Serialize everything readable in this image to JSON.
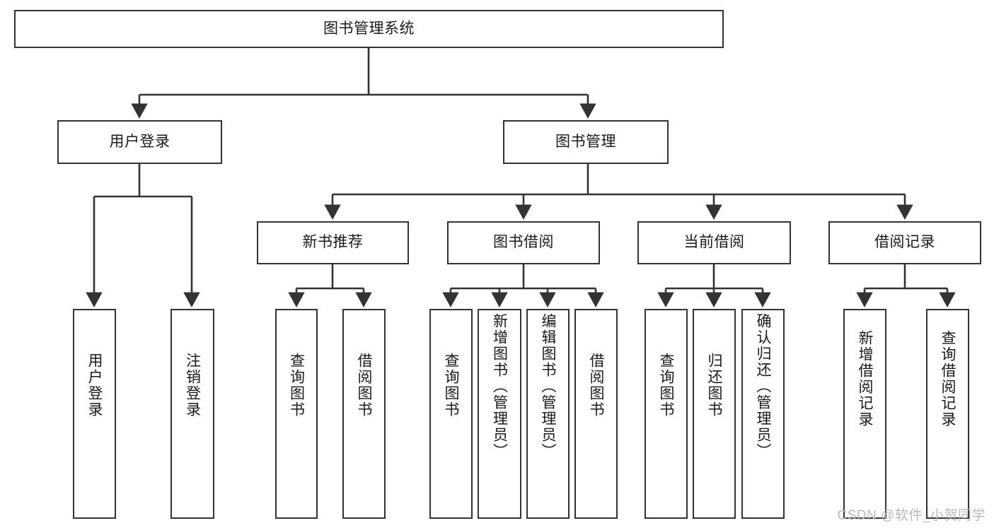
{
  "diagram": {
    "title": "图书管理系统",
    "type": "tree",
    "colors": {
      "node_border": "#333333",
      "node_fill": "#ffffff",
      "edge": "#333333",
      "text": "#1a1a1a",
      "watermark": "#b9b9b9"
    },
    "root": {
      "id": "root",
      "label": "图书管理系统"
    },
    "level2": [
      {
        "id": "user-login",
        "label": "用户登录"
      },
      {
        "id": "book-manage",
        "label": "图书管理"
      }
    ],
    "level3": [
      {
        "id": "new-book-recommend",
        "label": "新书推荐",
        "parent": "book-manage"
      },
      {
        "id": "book-borrow",
        "label": "图书借阅",
        "parent": "book-manage"
      },
      {
        "id": "current-borrow",
        "label": "当前借阅",
        "parent": "book-manage"
      },
      {
        "id": "borrow-record",
        "label": "借阅记录",
        "parent": "book-manage"
      }
    ],
    "leaves": {
      "user_login": [
        {
          "id": "leaf-user-login",
          "label": "用户登录"
        },
        {
          "id": "leaf-logout",
          "label": "注销登录"
        }
      ],
      "new_book_recommend": [
        {
          "id": "leaf-query-book-1",
          "label": "查询图书"
        },
        {
          "id": "leaf-borrow-book-1",
          "label": "借阅图书"
        }
      ],
      "book_borrow": [
        {
          "id": "leaf-query-book-2",
          "label": "查询图书"
        },
        {
          "id": "leaf-add-book",
          "label": "新增图书（管理员）"
        },
        {
          "id": "leaf-edit-book",
          "label": "编辑图书（管理员）"
        },
        {
          "id": "leaf-borrow-book-2",
          "label": "借阅图书"
        }
      ],
      "current_borrow": [
        {
          "id": "leaf-query-book-3",
          "label": "查询图书"
        },
        {
          "id": "leaf-return-book",
          "label": "归还图书"
        },
        {
          "id": "leaf-confirm-return",
          "label": "确认归还（管理员）"
        }
      ],
      "borrow_record": [
        {
          "id": "leaf-add-record",
          "label": "新增借阅记录"
        },
        {
          "id": "leaf-query-record",
          "label": "查询借阅记录"
        }
      ]
    }
  },
  "watermark": {
    "text": "CSDN @软件_小贺同学"
  }
}
